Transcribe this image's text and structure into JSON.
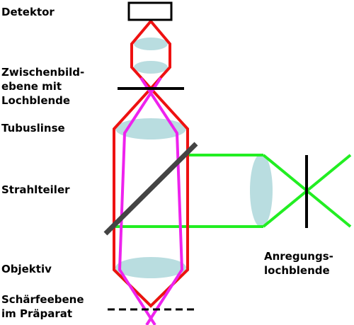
{
  "labels": {
    "detector": "Detektor",
    "intermediate_plane": [
      "Zwischenbild-",
      "ebene mit",
      "Lochblende"
    ],
    "tube_lens": "Tubuslinse",
    "beam_splitter": "Strahlteiler",
    "objective": "Objektiv",
    "focal_plane": [
      "Schärfeebene",
      "im Präparat"
    ],
    "excitation_pinhole": [
      "Anregungs-",
      "lochblende"
    ]
  },
  "colors": {
    "detection_beam": "#ee1111",
    "excitation_beam": "#22ee22",
    "out_of_focus_beam": "#ee22ee",
    "lens_fill": "#b9dde0",
    "beam_splitter": "#444444",
    "outline": "#000000"
  }
}
